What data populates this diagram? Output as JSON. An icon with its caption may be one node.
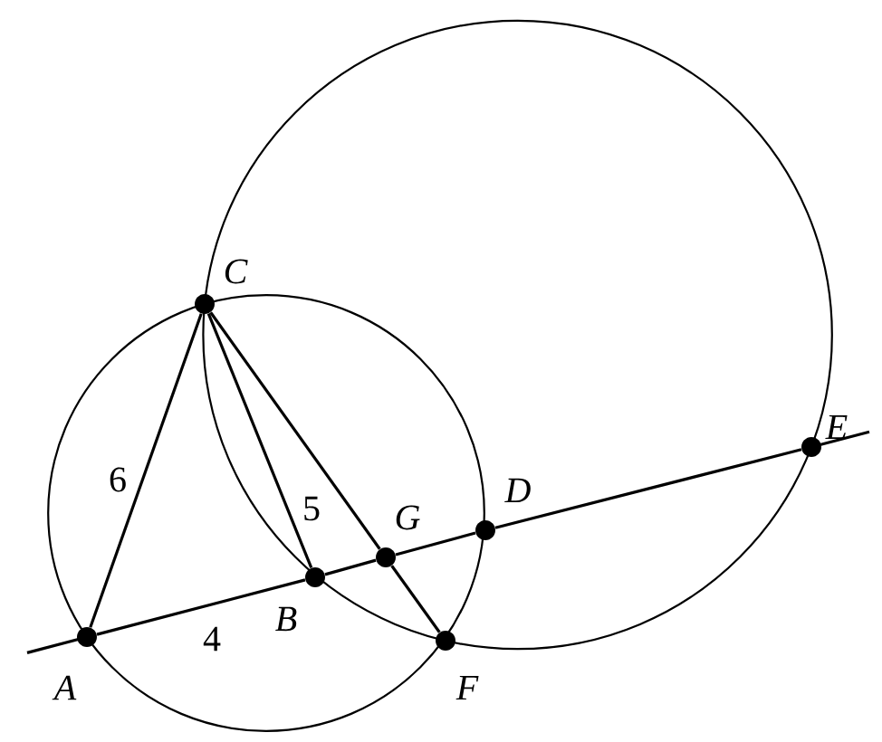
{
  "diagram": {
    "nodes": [
      {
        "text": [],
        "shape": "circle",
        "beside": [
          "C"
        ]
      },
      {
        "text": [],
        "shape": "circle",
        "beside": [
          "E"
        ]
      },
      {
        "text": [],
        "shape": "circle",
        "beside": [
          "G"
        ]
      },
      {
        "text": [],
        "shape": "circle",
        "beside": [
          "D"
        ]
      },
      {
        "text": [],
        "shape": "circle",
        "beside": [
          "B"
        ]
      },
      {
        "text": [],
        "shape": "circle",
        "beside": [
          "A"
        ]
      },
      {
        "text": [],
        "shape": "circle",
        "beside": [
          "F"
        ]
      }
    ],
    "edges": [
      {
        "from": 5,
        "to": 0,
        "arrow": "none",
        "label": "6"
      },
      {
        "from": 0,
        "to": 4,
        "arrow": "none",
        "label": "5"
      },
      {
        "from": 5,
        "to": 4,
        "arrow": "none",
        "label": "4"
      },
      {
        "from": 4,
        "to": 2,
        "arrow": "none"
      },
      {
        "from": 2,
        "to": 3,
        "arrow": "none"
      },
      {
        "from": 3,
        "to": 1,
        "arrow": "none"
      },
      {
        "from": 0,
        "to": 2,
        "arrow": "none"
      },
      {
        "from": 2,
        "to": 6,
        "arrow": "none"
      }
    ]
  }
}
